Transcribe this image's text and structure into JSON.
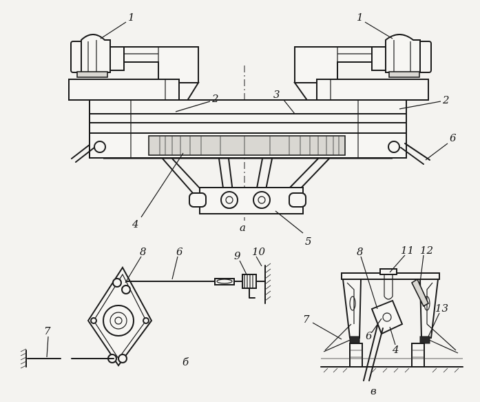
{
  "view_labels": {
    "a": "a",
    "b": "б",
    "c": "в"
  },
  "part_labels": {
    "p1_left": "1",
    "p1_right": "1",
    "p2_left": "2",
    "p2_right": "2",
    "p3": "3",
    "p4_top": "4",
    "p5": "5",
    "p6_top": "6",
    "p8_b": "8",
    "p6_b": "6",
    "p9": "9",
    "p10": "10",
    "p7_b": "7",
    "p8_c": "8",
    "p11": "11",
    "p12": "12",
    "p7_c": "7",
    "p6_c": "6",
    "p4_c": "4",
    "p13": "13"
  }
}
